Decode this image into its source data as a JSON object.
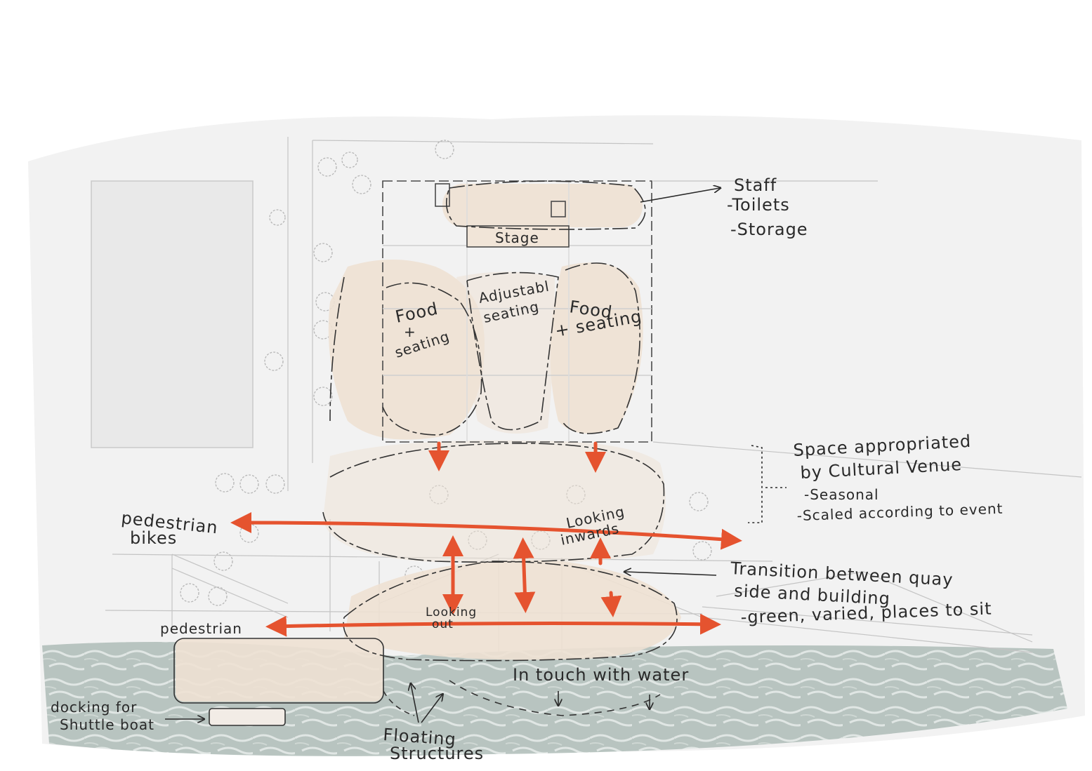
{
  "labels": {
    "staff": "Staff",
    "toilets": "-Toilets",
    "storage": "-Storage",
    "stage": "Stage",
    "food_left_1": "Food",
    "food_left_2": "+",
    "food_left_3": "seating",
    "adjustable_1": "Adjustabl",
    "adjustable_2": "seating",
    "food_right_1": "Food",
    "food_right_2": "+ seating",
    "space_1": "Space appropriated",
    "space_2": "by Cultural Venue",
    "space_3": "-Seasonal",
    "space_4": "-Scaled according to event",
    "ped_bikes_1": "pedestrian",
    "ped_bikes_2": "bikes",
    "looking_in_1": "Looking",
    "looking_in_2": "inwards",
    "transition_1": "Transition between quay",
    "transition_2": "side and building",
    "transition_3": "-green, varied, places to sit",
    "looking_out_1": "Looking",
    "looking_out_2": "out",
    "pedestrian": "pedestrian",
    "in_touch": "In touch with water",
    "docking_1": "docking for",
    "docking_2": "Shuttle boat",
    "floating_1": "Floating",
    "floating_2": "Structures"
  },
  "colors": {
    "paper": "#f3f3f3",
    "water": "#a9b8b3",
    "blob": "#efe2d4",
    "arrow": "#e5532f",
    "ink": "#2a2a2a",
    "drafting": "#bdbdbd"
  }
}
